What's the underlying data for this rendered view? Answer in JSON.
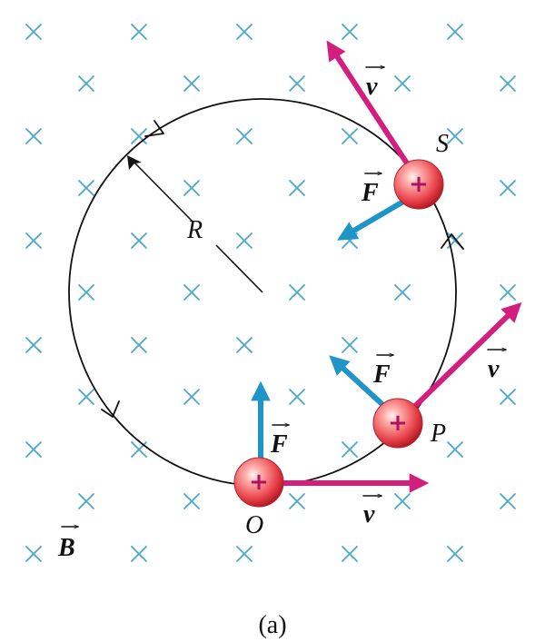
{
  "figure": {
    "caption": "(a)"
  },
  "labels": {
    "radius": "R",
    "field": "B",
    "velocity": "v",
    "force": "F",
    "point_S": "S",
    "point_P": "P",
    "point_O": "O",
    "charge_sign": "+"
  },
  "colors": {
    "field_cross": "#49a9cf",
    "velocity_arrow": "#d41e7d",
    "force_arrow": "#1f94c6",
    "charge_fill": "#e8424a",
    "charge_sign": "#b0115e",
    "orbit": "#111111"
  },
  "icons": {
    "field_marker": "cross-into-page",
    "charge": "red-sphere-positive"
  }
}
